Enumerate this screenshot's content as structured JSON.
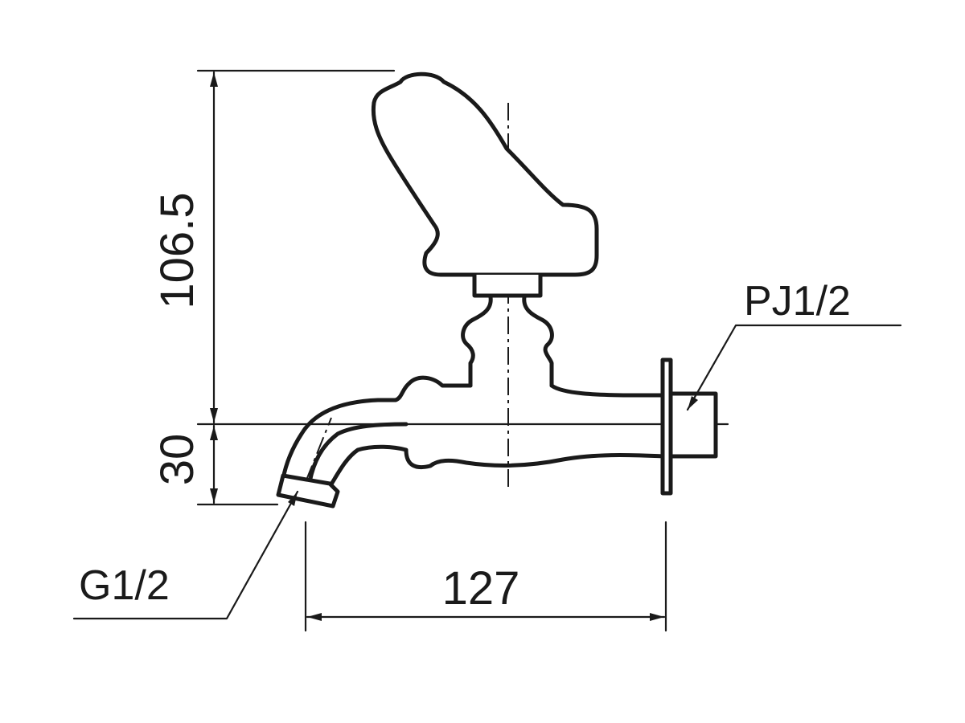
{
  "dimensions": {
    "height_total": "106.5",
    "spout_drop": "30",
    "length": "127"
  },
  "labels": {
    "inlet_thread": "PJ1/2",
    "outlet_thread": "G1/2"
  },
  "colors": {
    "line": "#1a1a1a",
    "background": "#ffffff"
  }
}
